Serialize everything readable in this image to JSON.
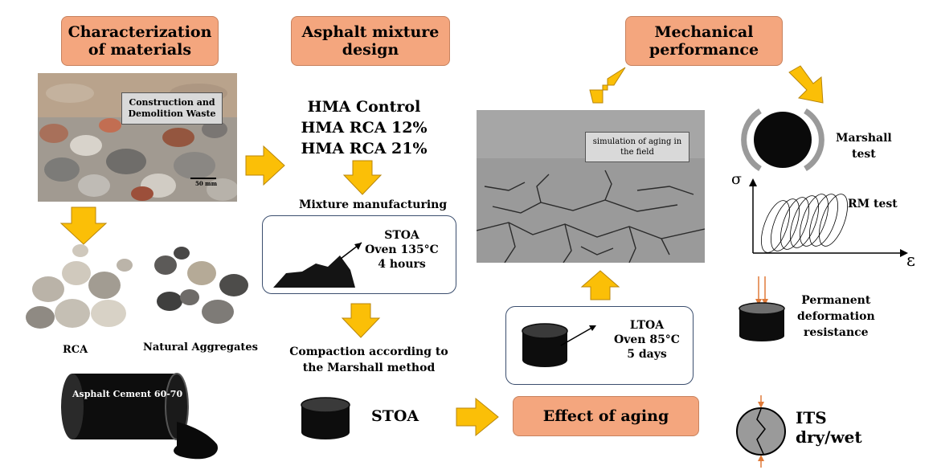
{
  "columns": {
    "characterization": "Characterization\nof materials",
    "mixture_design": "Asphalt mixture\ndesign",
    "mechanical": "Mechanical\nperformance",
    "effect_aging": "Effect of aging"
  },
  "photo_labels": {
    "cdw": "Construction and\nDemolition Waste",
    "scale": "50 mm",
    "field_aging": "simulation of aging in\nthe field",
    "cement_drum": "Asphalt Cement 60-70"
  },
  "materials": {
    "rca": "RCA",
    "natural": "Natural Aggregates"
  },
  "mixtures": [
    "HMA Control",
    "HMA RCA 12%",
    "HMA RCA 21%"
  ],
  "process": {
    "manufacturing": "Mixture manufacturing",
    "stoa_box": "STOA\nOven 135°C\n4 hours",
    "compaction": "Compaction according to\nthe Marshall method",
    "stoa_sample": "STOA",
    "ltoa_box": "LTOA\nOven 85°C\n5 days"
  },
  "tests": {
    "marshall": "Marshall\ntest",
    "rm": "RM test",
    "sigma": "σ",
    "epsilon": "ε",
    "permanent": "Permanent\ndeformation\nresistance",
    "its": "ITS\ndry/wet"
  },
  "colors": {
    "orange_box": "#f4a67e",
    "arrow": "#fbbf07",
    "border_blue": "#3b4e6e",
    "test_arrow": "#e07b3a"
  }
}
